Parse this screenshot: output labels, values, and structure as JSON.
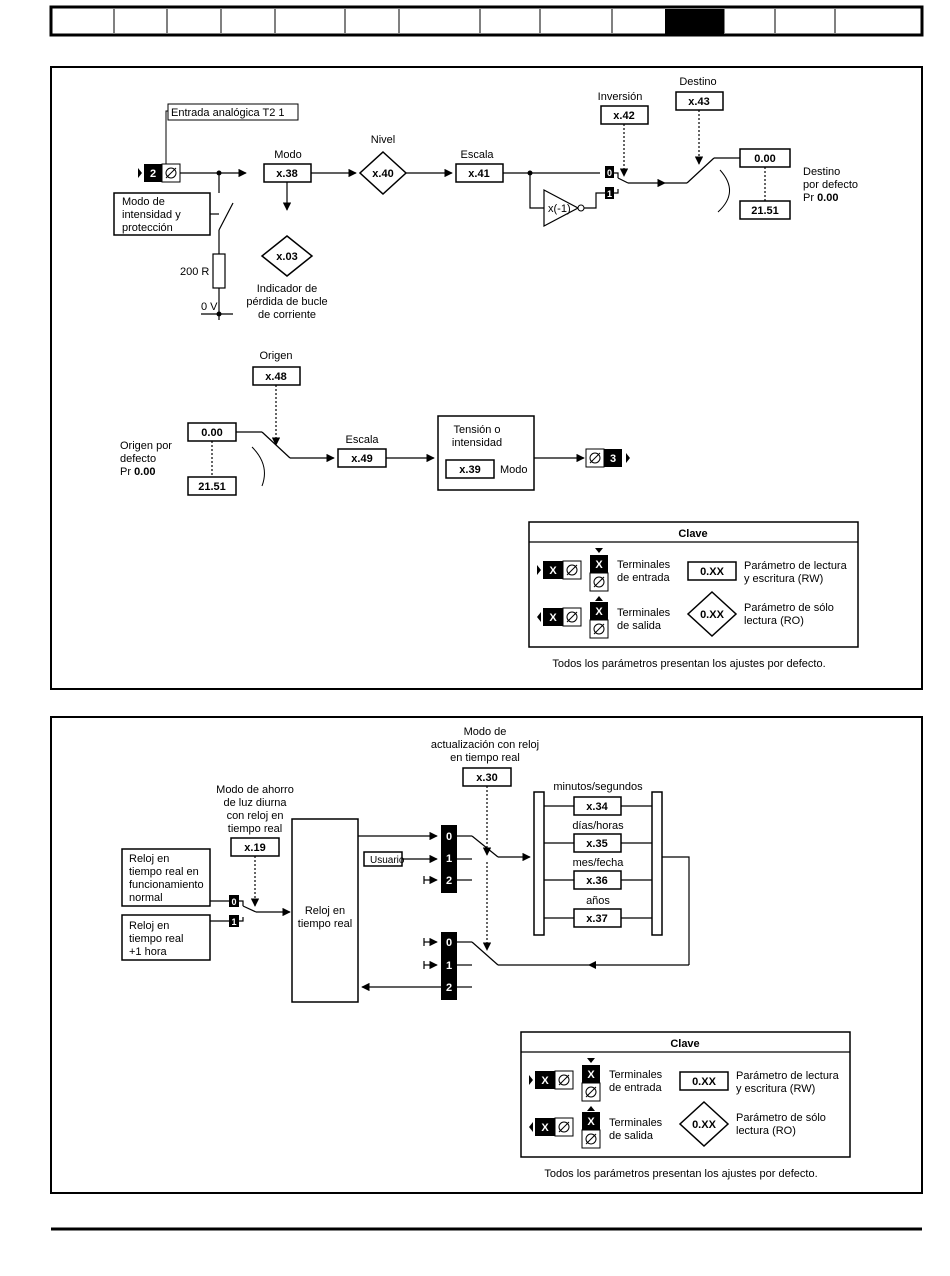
{
  "diagram1": {
    "input_label": "Entrada analógica T2 1",
    "input_terminal": "2",
    "mode_label": "Modo",
    "mode_param": "x.38",
    "level_label": "Nivel",
    "level_param": "x.40",
    "scale_label": "Escala",
    "scale_param": "x.41",
    "invert_label": "Inversión",
    "invert_param": "x.42",
    "dest_label": "Destino",
    "dest_param": "x.43",
    "dest_value": "0.00",
    "dest_default_param": "21.51",
    "dest_default_line1": "Destino",
    "dest_default_line2": "por defecto",
    "dest_default_line3_prefix": "Pr ",
    "dest_default_line3_value": "0.00",
    "mode_box_line1": "Modo de",
    "mode_box_line2": "intensidad y",
    "mode_box_line3": "protección",
    "resistor_label": "200 R",
    "zero_v_label": "0 V",
    "loss_param": "x.03",
    "loss_line1": "Indicador de",
    "loss_line2": "pérdida de bucle",
    "loss_line3": "de corriente",
    "inverter_label": "x(-1)",
    "switch_pos0": "0",
    "switch_pos1": "1"
  },
  "diagram2": {
    "source_label": "Origen",
    "source_param": "x.48",
    "source_value": "0.00",
    "source_default_param": "21.51",
    "source_default_line1": "Origen por",
    "source_default_line2": "defecto",
    "source_default_line3_prefix": "Pr ",
    "source_default_line3_value": "0.00",
    "scale_label": "Escala",
    "scale_param": "x.49",
    "vt_line1": "Tensión o",
    "vt_line2": "intensidad",
    "vt_param": "x.39",
    "vt_mode_label": "Modo",
    "output_terminal": "3"
  },
  "key1": {
    "title": "Clave",
    "input_terminals_line1": "Terminales",
    "input_terminals_line2": "de entrada",
    "output_terminals_line1": "Terminales",
    "output_terminals_line2": "de salida",
    "rw_param": "0.XX",
    "rw_line1": "Parámetro de lectura",
    "rw_line2": "y escritura (RW)",
    "ro_param": "0.XX",
    "ro_line1": "Parámetro de sólo",
    "ro_line2": "lectura (RO)",
    "terminal_symbol": "X",
    "footer": "Todos los parámetros presentan los ajustes por defecto."
  },
  "diagram3": {
    "dst_line1": "Modo de ahorro",
    "dst_line2": "de luz diurna",
    "dst_line3": "con reloj en",
    "dst_line4": "tiempo real",
    "dst_param": "x.19",
    "normal_line1": "Reloj en",
    "normal_line2": "tiempo real en",
    "normal_line3": "funcionamiento",
    "normal_line4": "normal",
    "plus_line1": "Reloj en",
    "plus_line2": "tiempo real",
    "plus_line3": "+1 hora",
    "rtc_line1": "Reloj en",
    "rtc_line2": "tiempo real",
    "update_line1": "Modo de",
    "update_line2": "actualización con reloj",
    "update_line3": "en tiempo real",
    "update_param": "x.30",
    "user_label": "Usuario",
    "sel_0": "0",
    "sel_1": "1",
    "sel_2": "2",
    "dst_sel_0": "0",
    "dst_sel_1": "1",
    "min_sec_label": "minutos/segundos",
    "min_sec_param": "x.34",
    "day_hour_label": "días/horas",
    "day_hour_param": "x.35",
    "month_date_label": "mes/fecha",
    "month_date_param": "x.36",
    "years_label": "años",
    "years_param": "x.37"
  },
  "key2": {
    "title": "Clave",
    "input_terminals_line1": "Terminales",
    "input_terminals_line2": "de entrada",
    "output_terminals_line1": "Terminales",
    "output_terminals_line2": "de salida",
    "rw_param": "0.XX",
    "rw_line1": "Parámetro de lectura",
    "rw_line2": "y escritura (RW)",
    "ro_param": "0.XX",
    "ro_line1": "Parámetro de sólo",
    "ro_line2": "lectura (RO)",
    "terminal_symbol": "X",
    "footer": "Todos los parámetros presentan los ajustes por defecto."
  }
}
